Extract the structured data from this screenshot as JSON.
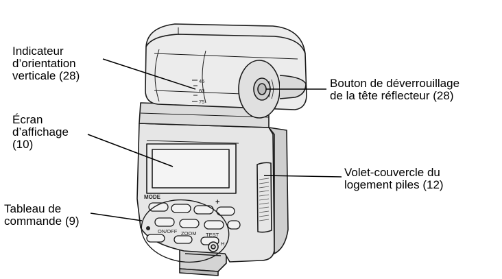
{
  "colors": {
    "background": "#ffffff",
    "body_fill": "#e6e6e6",
    "body_dark": "#cfcfcf",
    "outline": "#1a1a1a",
    "leader_line": "#000000"
  },
  "callouts": [
    {
      "id": "vertical-orientation-indicator",
      "lines": [
        "Indicateur",
        "d’orientation",
        "verticale (28)"
      ]
    },
    {
      "id": "head-release-button",
      "lines": [
        "Bouton de déverrouillage",
        "de la tête réflecteur (28)"
      ]
    },
    {
      "id": "display-screen",
      "lines": [
        "Écran",
        "d’affichage",
        "(10)"
      ]
    },
    {
      "id": "battery-cover",
      "lines": [
        "Volet-couvercle du",
        "logement piles (12)"
      ]
    },
    {
      "id": "control-panel",
      "lines": [
        "Tableau de",
        "commande (9)"
      ]
    }
  ],
  "head_scale": [
    "45",
    "60",
    "75"
  ],
  "panel_labels": {
    "mode": "MODE",
    "plus": "+",
    "on_off": "ON/OFF",
    "zoom": "ZOOM",
    "test": "TEST",
    "hss": "H"
  }
}
